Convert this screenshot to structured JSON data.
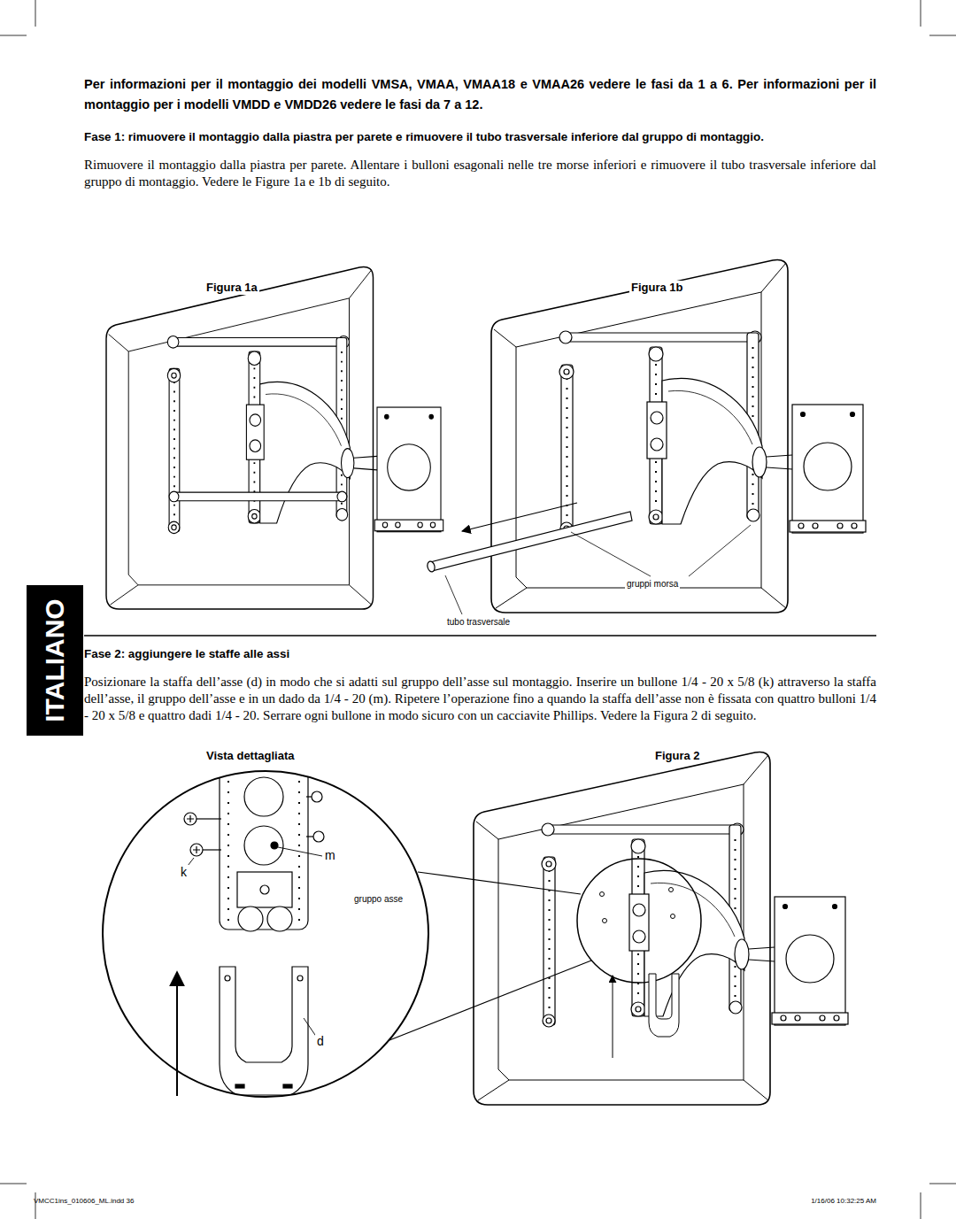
{
  "diagram": {
    "nodes": [
      {
        "text": [
          "ITALIANO"
        ]
      }
    ],
    "labels": [
      "Per informazioni per il montaggio dei modelli VMSA, VMAA, VMAA18 e VMAA26 vedere le fasi da 1 a 6. Per informazioni per il montaggio per i modelli VMDD e VMDD26 vedere le fasi da 7 a 12.",
      "Fase 1: rimuovere il montaggio dalla piastra per parete e rimuovere il tubo trasversale inferiore dal gruppo di montaggio.",
      "Rimuovere il montaggio dalla piastra per parete. Allentare i bulloni esagonali nelle tre morse inferiori e rimuovere il tubo trasversale inferiore dal gruppo di montaggio. Vedere le Figure 1a e 1b di seguito.",
      "Figura 1a",
      "Figura 1b",
      "gruppi morsa",
      "tubo trasversale",
      "Fase 2: aggiungere le staffe alle assi",
      "Posizionare la staffa dell’asse (d) in modo che si adatti sul gruppo dell’asse sul montaggio. Inserire un bullone 1/4 - 20 x 5/8 (k) attraverso la staffa dell’asse, il gruppo dell’asse e in un dado da 1/4 - 20 (m). Ripetere l’operazione fino a quando la staffa dell’asse non è fissata con quattro bulloni 1/4 - 20 x 5/8 e quattro dadi 1/4 - 20. Serrare ogni bullone in modo sicuro con un cacciavite Phillips. Vedere la Figura 2 di seguito.",
      "Vista dettagliata",
      "Figura 2",
      "m",
      "k",
      "gruppo asse",
      "d",
      "VMCC1ins_010606_ML.indd   36",
      "1/16/06   10:32:25 AM"
    ]
  }
}
